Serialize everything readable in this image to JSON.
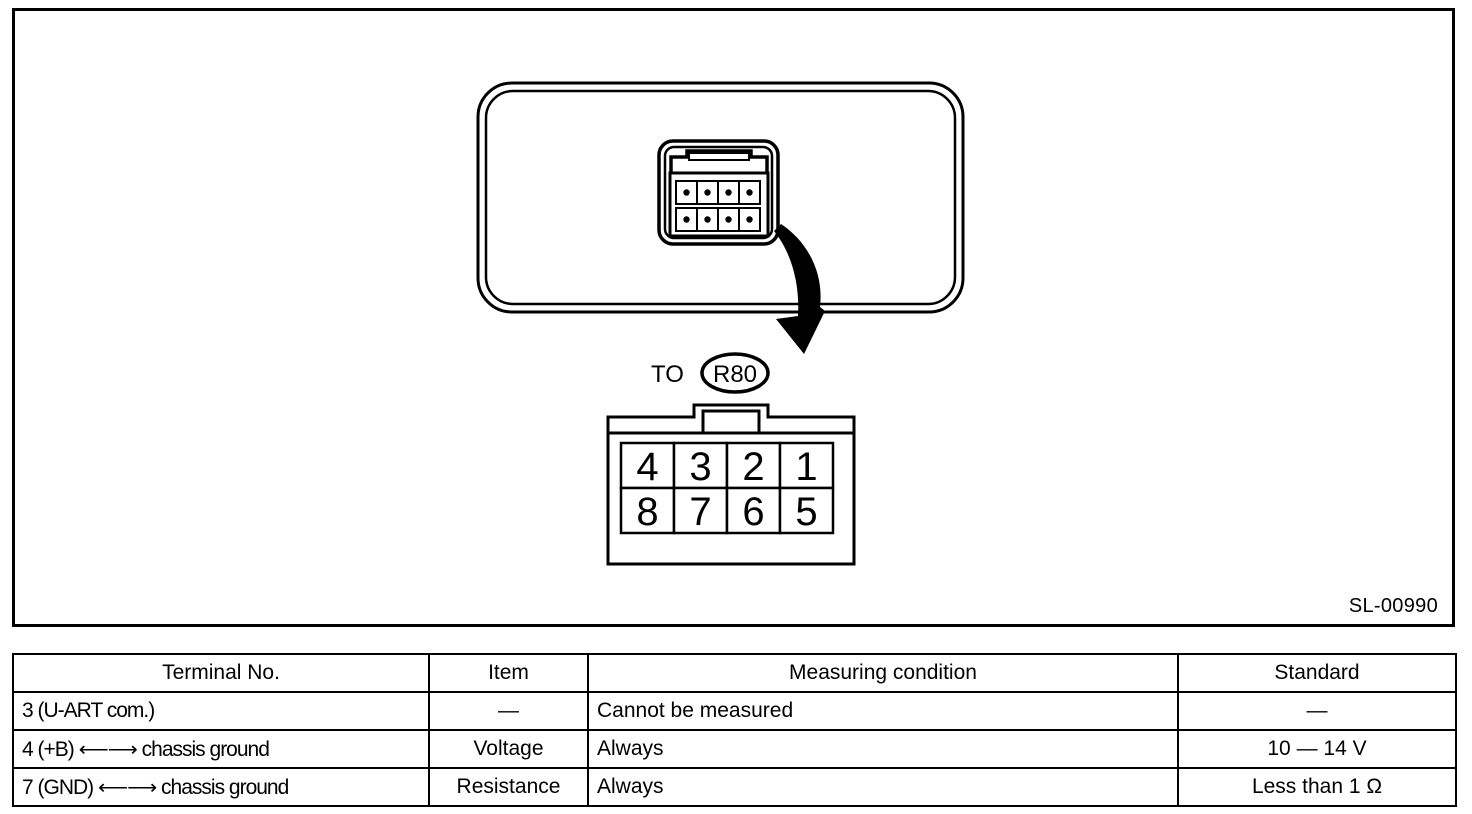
{
  "figure": {
    "code_label": "SL-00990",
    "to_label": "TO",
    "connector_ref": "R80",
    "housing": {
      "name": "component-housing-outline"
    },
    "socket_pin_count": 8,
    "pin_grid": {
      "top_row": [
        "4",
        "3",
        "2",
        "1"
      ],
      "bottom_row": [
        "8",
        "7",
        "6",
        "5"
      ]
    }
  },
  "table": {
    "headers": [
      "Terminal No.",
      "Item",
      "Measuring condition",
      "Standard"
    ],
    "rows": [
      {
        "terminal": "3 (U-ART com.)",
        "item": "—",
        "condition": "Cannot be measured",
        "standard": "—"
      },
      {
        "terminal": "4 (+B) ⟵⟶ chassis ground",
        "item": "Voltage",
        "condition": "Always",
        "standard": "10 — 14 V"
      },
      {
        "terminal": "7 (GND) ⟵⟶ chassis ground",
        "item": "Resistance",
        "condition": "Always",
        "standard": "Less than 1 Ω"
      }
    ]
  },
  "colors": {
    "line": "#000000",
    "background": "#ffffff"
  }
}
